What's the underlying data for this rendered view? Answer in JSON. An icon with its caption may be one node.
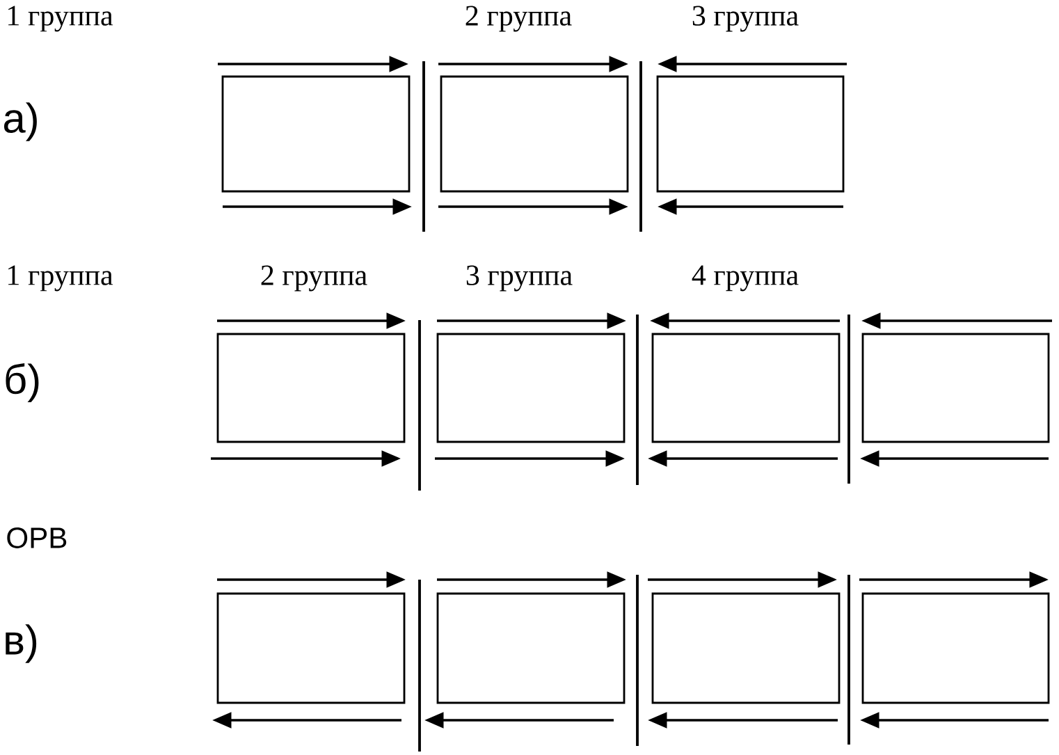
{
  "diagram": {
    "nodes": [
      {
        "text": [],
        "shape": "box"
      },
      {
        "text": [],
        "shape": "box"
      },
      {
        "text": [],
        "shape": "box"
      },
      {
        "text": [],
        "shape": "box"
      },
      {
        "text": [],
        "shape": "box"
      },
      {
        "text": [],
        "shape": "box"
      },
      {
        "text": [],
        "shape": "box"
      },
      {
        "text": [],
        "shape": "box"
      },
      {
        "text": [],
        "shape": "box"
      },
      {
        "text": [],
        "shape": "box"
      },
      {
        "text": [],
        "shape": "box"
      }
    ],
    "labels": [
      "1 группа",
      "2 группа",
      "3 группа",
      "а)",
      "1 группа",
      "2 группа",
      "3 группа",
      "4 группа",
      "б)",
      "ОРВ",
      "в)"
    ]
  }
}
